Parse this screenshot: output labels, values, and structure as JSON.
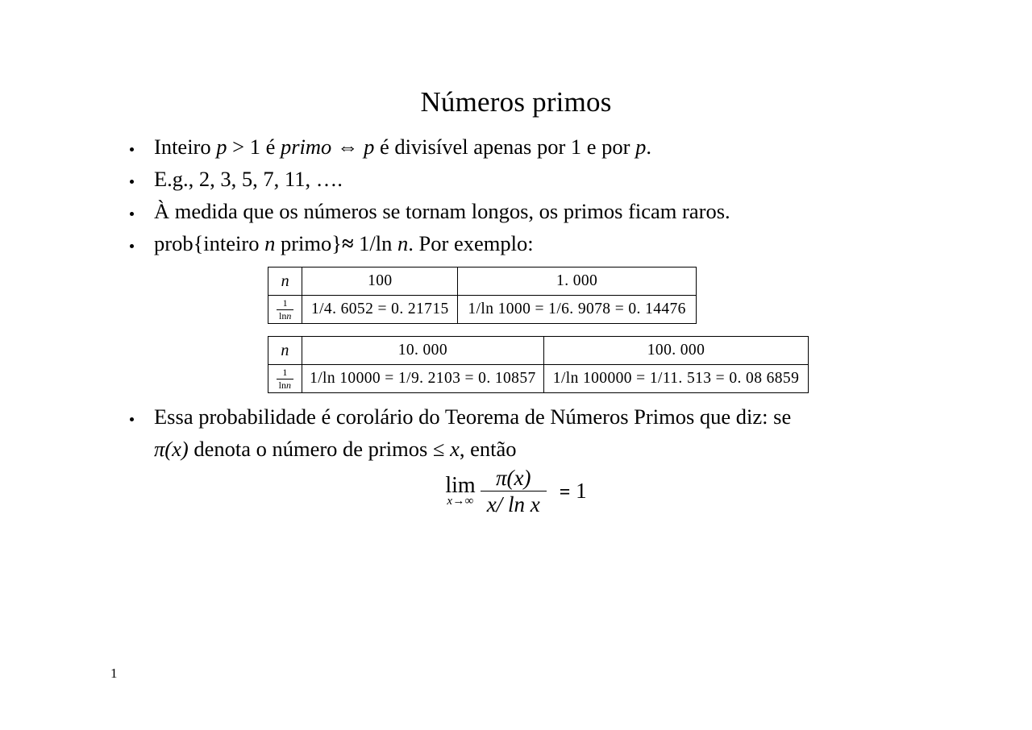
{
  "slide": {
    "title": "Números primos",
    "page_number": "1",
    "bullets": [
      {
        "id": "definition",
        "segments": [
          {
            "t": "Inteiro ",
            "style": "normal"
          },
          {
            "t": "p",
            "style": "italic"
          },
          {
            "t": " > 1 é ",
            "style": "normal"
          },
          {
            "t": "primo",
            "style": "italic"
          },
          {
            "t": " ⇔ ",
            "style": "normal"
          },
          {
            "t": "p",
            "style": "italic"
          },
          {
            "t": " é divisível apenas por 1 e por ",
            "style": "normal"
          },
          {
            "t": "p",
            "style": "italic"
          },
          {
            "t": ".",
            "style": "normal"
          }
        ],
        "plain": "Inteiro p > 1 é primo ⇔ p é divisível apenas por 1 e por p."
      },
      {
        "id": "examples",
        "plain": "E.g., 2, 3, 5, 7, 11, …."
      },
      {
        "id": "rarity",
        "plain": "À medida que os números se tornam longos, os primos ficam raros."
      },
      {
        "id": "probability",
        "plain": "prob{inteiro n primo}≈ 1/ln n. Por exemplo:"
      },
      {
        "id": "prime-number-theorem",
        "plain": "Essa probabilidade é corolário do Teorema de Números Primos que diz: se π(x) denota o número de primos ≤ x, então"
      }
    ],
    "bullet_text": {
      "definition_pre": "Inteiro ",
      "definition_p1": "p",
      "definition_mid1": " > 1 é ",
      "definition_primo": "primo",
      "definition_iff": " ⇔ ",
      "definition_p2": "p",
      "definition_mid2": " é divisível apenas por 1 e por ",
      "definition_p3": "p",
      "definition_end": ".",
      "examples": "E.g., 2, 3, 5, 7, 11, ….",
      "rarity": "À medida que os números se tornam longos, os primos ficam raros.",
      "prob_pre": "prob{inteiro ",
      "prob_n1": "n",
      "prob_mid": " primo}",
      "prob_approx": "≈",
      "prob_frac": " 1/ln ",
      "prob_n2": "n",
      "prob_end": ". Por exemplo:",
      "pnt_line1": "Essa probabilidade é corolário do Teorema de Números Primos que diz: se",
      "pnt_pi": "π",
      "pnt_x1": "(x)",
      "pnt_line2a": " denota o número de primos ≤ ",
      "pnt_x2": "x",
      "pnt_line2b": ", então"
    },
    "tables": [
      {
        "id": "table-n-100-1000",
        "header_label": "n",
        "fraction_numerator": "1",
        "fraction_denominator_ln": "ln",
        "fraction_denominator_var": "n",
        "columns": [
          {
            "n": "100",
            "value": "1/4. 6052 = 0. 21715"
          },
          {
            "n": "1. 000",
            "value": "1/ln 1000 = 1/6. 9078 = 0. 14476"
          }
        ]
      },
      {
        "id": "table-n-10000-100000",
        "header_label": "n",
        "fraction_numerator": "1",
        "fraction_denominator_ln": "ln",
        "fraction_denominator_var": "n",
        "columns": [
          {
            "n": "10. 000",
            "value": "1/ln 10000 = 1/9. 2103 = 0. 10857"
          },
          {
            "n": "100. 000",
            "value": "1/ln 100000 = 1/11. 513 = 0. 08 6859"
          }
        ]
      }
    ],
    "formula": {
      "id": "prime-counting-limit",
      "lim": "lim",
      "lim_subscript": "x→∞",
      "numerator_pi": "π",
      "numerator_arg": "(x)",
      "denominator": "x/ ln x",
      "equals": "=",
      "result": "1",
      "plain": "lim (x→∞) π(x) / (x/ln x) = 1"
    }
  },
  "colors": {
    "page_background": "#ffffff",
    "text": "#000000",
    "table_border": "#000000"
  }
}
